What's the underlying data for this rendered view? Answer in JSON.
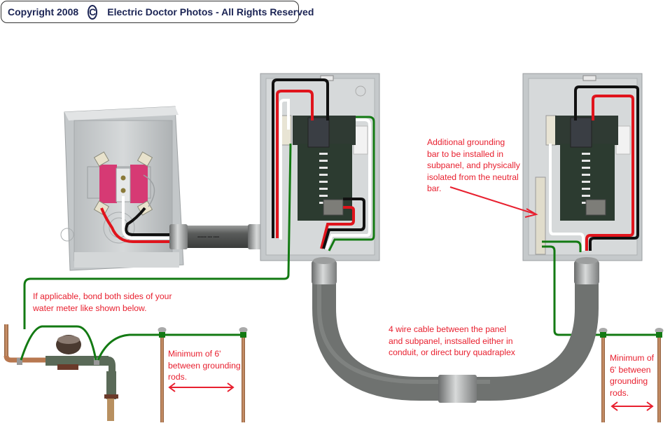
{
  "copyright": {
    "prefix": "Copyright 2008",
    "symbol": "C",
    "owner": "Electric Doctor Photos - All Rights Reserved"
  },
  "annotations": {
    "subpanel_ground_bar": [
      "Additional grounding",
      "bar to be installed in",
      "subpanel, and physically",
      "isolated from the neutral",
      "bar."
    ],
    "water_meter_bond": [
      "If applicable, bond both sides of your",
      "water meter like shown below."
    ],
    "feeder_cable": [
      "4 wire cable between the panel",
      "and subpanel, instsalled either in",
      "conduit, or direct bury quadraplex"
    ],
    "rods_main": [
      "Minimum of 6'",
      "between grounding",
      "rods."
    ],
    "rods_sub": [
      "Minimum of",
      "6' between",
      "grounding",
      "rods."
    ]
  },
  "components": {
    "meter_base": "meter socket",
    "main_panel": "main service panel",
    "subpanel": "subpanel",
    "water_meter": "water meter",
    "ground_rods": 4
  },
  "colors": {
    "hot_1": "#e0141c",
    "hot_2": "#111111",
    "neutral": "#ffffff",
    "ground": "#137a13",
    "annotation": "#e8202f",
    "copyright_text": "#1b2454",
    "conduit": "#7d807d",
    "panel": "#c9cdcf",
    "copper": "#b87850"
  }
}
